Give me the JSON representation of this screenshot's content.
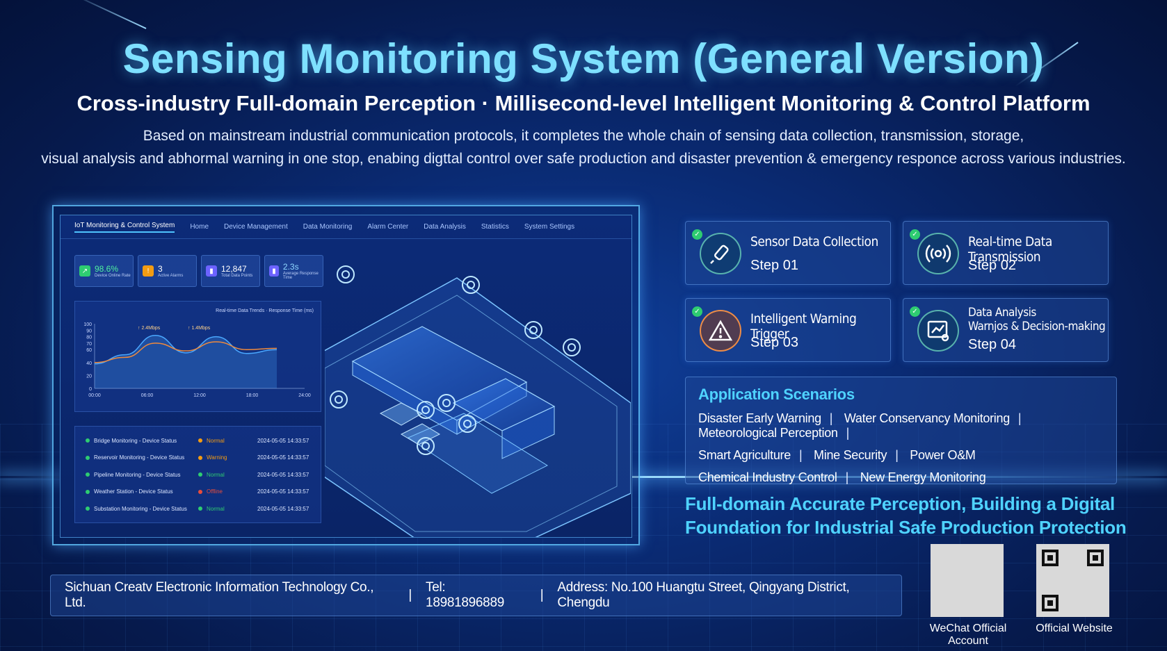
{
  "header": {
    "title": "Sensing Monitoring System (General Version)",
    "subtitle": "Cross-industry Full-domain Perception · Millisecond-level Intelligent Monitoring & Control Platform",
    "desc_line1": "Based on mainstream industrial communication protocols, it completes the whole chain of sensing data collection, transmission, storage,",
    "desc_line2": "visual analysis and abhormal warning in one stop, enabing digttal control over safe production and disaster prevention & emergency responce across various industries."
  },
  "dashboard": {
    "nav": [
      "IoT Monitoring & Control System",
      "Home",
      "Device Management",
      "Data Monitoring",
      "Alarm Center",
      "Data Analysis",
      "Statistics",
      "System Settings"
    ],
    "kpis": [
      {
        "value": "98.6%",
        "label": "Device Online Rate",
        "icon": "trend-icon",
        "color": "#2ecc71"
      },
      {
        "value": "3",
        "label": "Active Alarms",
        "icon": "warning-icon",
        "color": "#f39c12"
      },
      {
        "value": "12,847",
        "label": "Total Data Points",
        "icon": "bar-chart-icon",
        "color": "#6c63ff"
      },
      {
        "value": "2.3s",
        "label": "Average Response Time",
        "icon": "bar-chart-icon",
        "color": "#6c63ff"
      }
    ],
    "chart_title": "Real-time Data Trends · Response Time (ms)",
    "status_rows": [
      {
        "name": "Bridge Monitoring - Device Status",
        "dot": "#2ecc71",
        "status": "Normal",
        "status_color": "#f39c12",
        "time": "2024-05-05 14:33:57"
      },
      {
        "name": "Reservoir Monitoring - Device Status",
        "dot": "#2ecc71",
        "status": "Warning",
        "status_color": "#f39c12",
        "time": "2024-05-05 14:33:57"
      },
      {
        "name": "Pipeline Monitoring - Device Status",
        "dot": "#2ecc71",
        "status": "Normal",
        "status_color": "#2ecc71",
        "time": "2024-05-05 14:33:57"
      },
      {
        "name": "Weather Station - Device Status",
        "dot": "#2ecc71",
        "status": "Offline",
        "status_color": "#e74c3c",
        "time": "2024-05-05 14:33:57"
      },
      {
        "name": "Substation Monitoring - Device Status",
        "dot": "#2ecc71",
        "status": "Normal",
        "status_color": "#2ecc71",
        "time": "2024-05-05 14:33:57"
      }
    ]
  },
  "chart_data": {
    "type": "line",
    "title": "Real-time Data Trends · Response Time (ms)",
    "x": [
      "00:00",
      "06:00",
      "12:00",
      "18:00",
      "24:00"
    ],
    "ylim": [
      0,
      100
    ],
    "yticks": [
      0,
      20,
      40,
      60,
      70,
      80,
      90,
      100
    ],
    "series": [
      {
        "values": [
          38,
          52,
          82,
          55,
          80,
          54,
          60
        ],
        "color": "#4aa8ff"
      },
      {
        "values": [
          40,
          48,
          70,
          58,
          72,
          60,
          62
        ],
        "color": "#f08a3c"
      }
    ],
    "annotations": [
      "2.4Mbps",
      "1.4Mbps"
    ]
  },
  "steps": [
    {
      "title": "Sensor Data Collection",
      "step": "Step 01",
      "icon": "sensor-probe-icon"
    },
    {
      "title": "Real-time Data Transmission",
      "step": "Step 02",
      "icon": "signal-broadcast-icon"
    },
    {
      "title": "Intelligent Warning Trigger",
      "step": "Step 03",
      "icon": "warning-triangle-icon"
    },
    {
      "title": "Data Analysis",
      "title2": "Warnjos & Decision-making",
      "step": "Step 04",
      "icon": "analytics-chart-icon"
    }
  ],
  "applications": {
    "title": "Application Scenarios",
    "line1": [
      "Disaster Early Warning",
      "Water Conservancy Monitoring",
      "Meteorological Perception"
    ],
    "line2": [
      "Smart Agriculture",
      "Mine Security",
      "Power O&M"
    ],
    "line3": [
      "Chemical Industry Control",
      "New Energy Monitoring"
    ]
  },
  "slogan": {
    "line1": "Full-domain Accurate Perception, Building a Digital",
    "line2": "Foundation for Industrial Safe Production Protection"
  },
  "footer": {
    "company": "Sichuan Creatv Electronic Information Technology Co., Ltd.",
    "tel": "Tel: 18981896889",
    "address": "Address: No.100 Huangtu Street, Qingyang District, Chengdu"
  },
  "qr": {
    "wechat_label": "WeChat Official Account",
    "website_label": "Official Website"
  },
  "colors": {
    "accent": "#4fd3ff",
    "title": "#7ee0ff",
    "background": "#0a2a72"
  }
}
